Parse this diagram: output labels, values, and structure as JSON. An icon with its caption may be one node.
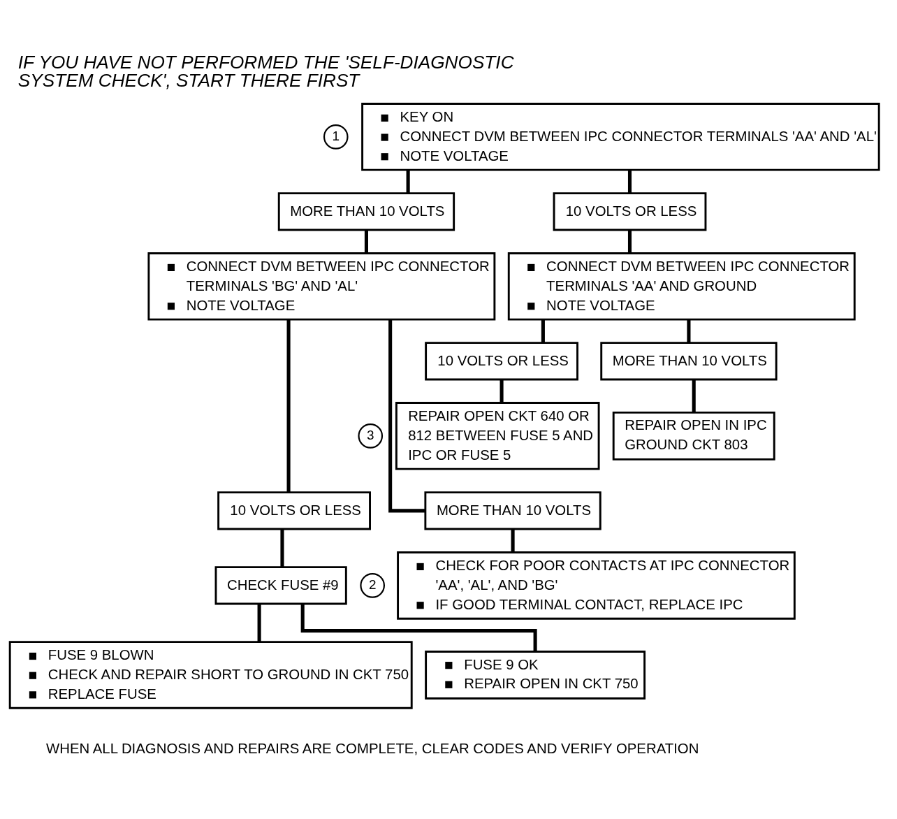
{
  "diagram": {
    "title": "IF YOU HAVE NOT PERFORMED THE 'SELF-DIAGNOSTIC SYSTEM CHECK', START THERE FIRST",
    "caption": "WHEN ALL DIAGNOSIS AND REPAIRS ARE COMPLETE, CLEAR CODES AND VERIFY OPERATION",
    "nodes": [
      {
        "text": [
          "KEY ON",
          "CONNECT DVM BETWEEN IPC CONNECTOR TERMINALS 'AA' AND 'AL'",
          "NOTE VOLTAGE"
        ],
        "beside": [
          "1"
        ]
      },
      {
        "text": [
          "MORE THAN 10 VOLTS"
        ]
      },
      {
        "text": [
          "10 VOLTS OR LESS"
        ]
      },
      {
        "text": [
          "CONNECT DVM BETWEEN IPC CONNECTOR TERMINALS 'BG' AND 'AL'",
          "NOTE VOLTAGE"
        ]
      },
      {
        "text": [
          "CONNECT DVM BETWEEN IPC CONNECTOR TERMINALS 'AA' AND GROUND",
          "NOTE VOLTAGE"
        ]
      },
      {
        "text": [
          "10 VOLTS OR LESS"
        ]
      },
      {
        "text": [
          "MORE THAN 10 VOLTS"
        ]
      },
      {
        "text": [
          "REPAIR OPEN CKT 640 OR 812 BETWEEN FUSE 5 AND IPC OR FUSE 5"
        ],
        "beside": [
          "3"
        ]
      },
      {
        "text": [
          "REPAIR OPEN IN IPC GROUND CKT 803"
        ]
      },
      {
        "text": [
          "10 VOLTS OR LESS"
        ]
      },
      {
        "text": [
          "MORE THAN 10 VOLTS"
        ]
      },
      {
        "text": [
          "CHECK FUSE #9"
        ]
      },
      {
        "text": [
          "CHECK FOR POOR CONTACTS AT IPC CONNECTOR 'AA', 'AL', AND 'BG'",
          "IF GOOD TERMINAL CONTACT, REPLACE IPC"
        ],
        "beside": [
          "2"
        ]
      },
      {
        "text": [
          "FUSE 9 BLOWN",
          "CHECK AND REPAIR SHORT TO GROUND IN CKT 750",
          "REPLACE FUSE"
        ]
      },
      {
        "text": [
          "FUSE 9 OK",
          "REPAIR OPEN IN CKT 750"
        ]
      }
    ],
    "edges": [
      {
        "from": 0,
        "to": 1,
        "arrow": "none"
      },
      {
        "from": 0,
        "to": 2,
        "arrow": "none"
      },
      {
        "from": 1,
        "to": 3,
        "arrow": "none"
      },
      {
        "from": 2,
        "to": 4,
        "arrow": "none"
      },
      {
        "from": 4,
        "to": 5,
        "arrow": "none"
      },
      {
        "from": 4,
        "to": 6,
        "arrow": "none"
      },
      {
        "from": 5,
        "to": 7,
        "arrow": "none"
      },
      {
        "from": 6,
        "to": 8,
        "arrow": "none"
      },
      {
        "from": 3,
        "to": 9,
        "arrow": "none"
      },
      {
        "from": 3,
        "to": 10,
        "arrow": "none"
      },
      {
        "from": 9,
        "to": 11,
        "arrow": "none"
      },
      {
        "from": 10,
        "to": 12,
        "arrow": "none"
      },
      {
        "from": 11,
        "to": 13,
        "arrow": "none"
      },
      {
        "from": 11,
        "to": 14,
        "arrow": "none"
      }
    ]
  }
}
